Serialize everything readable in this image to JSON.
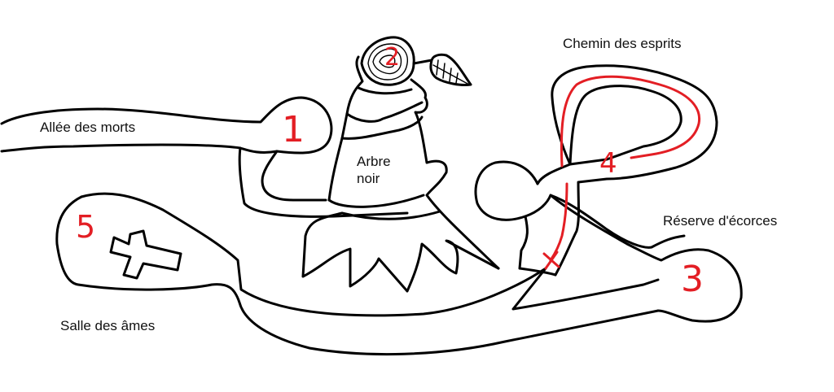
{
  "map": {
    "colors": {
      "outline": "#000000",
      "marker": "#e31e24",
      "background": "#ffffff"
    },
    "locations": [
      {
        "key": "allee",
        "name": "Allée des morts"
      },
      {
        "key": "arbre",
        "name": "Arbre\nnoir"
      },
      {
        "key": "chemin",
        "name": "Chemin des esprits"
      },
      {
        "key": "reserve",
        "name": "Réserve d'écorces"
      },
      {
        "key": "salle",
        "name": "Salle des âmes"
      }
    ],
    "numbers": [
      "1",
      "2",
      "3",
      "4",
      "5"
    ],
    "icons": {
      "cross": "cross-icon",
      "flower": "flower-icon",
      "leaf": "leaf-icon",
      "x_mark": "x-mark-icon"
    }
  }
}
